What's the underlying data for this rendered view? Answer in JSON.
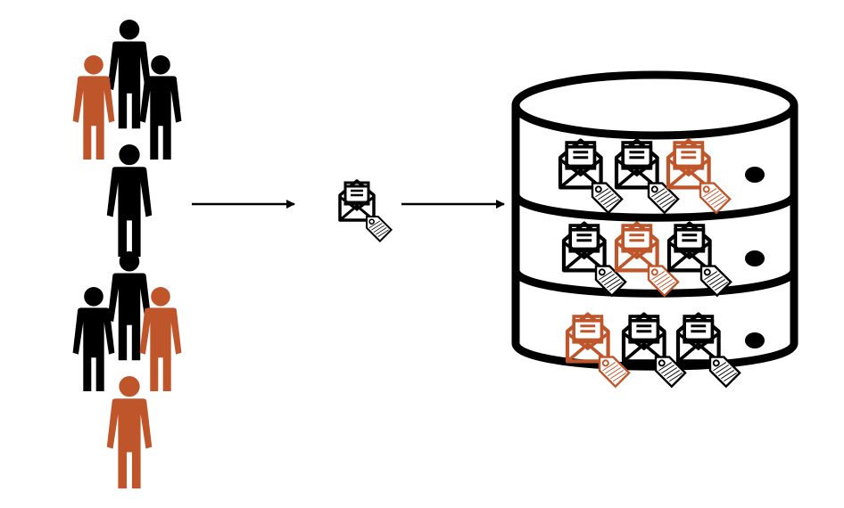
{
  "colors": {
    "ink": "#000000",
    "accent": "#bf562b",
    "background": "#ffffff"
  },
  "groups": [
    {
      "name": "people-group-top",
      "figures": [
        "black",
        "accent",
        "black",
        "black"
      ]
    },
    {
      "name": "people-group-bottom",
      "figures": [
        "black",
        "black",
        "accent",
        "accent"
      ]
    }
  ],
  "flow": {
    "item_icon": "tagged-envelope-icon",
    "arrow_icon": "right-arrow-icon"
  },
  "database": {
    "icon": "database-cylinder-icon",
    "shelves": [
      {
        "envelopes": [
          "black",
          "black",
          "accent"
        ]
      },
      {
        "envelopes": [
          "black",
          "accent",
          "black"
        ]
      },
      {
        "envelopes": [
          "accent",
          "black",
          "black"
        ]
      }
    ]
  }
}
